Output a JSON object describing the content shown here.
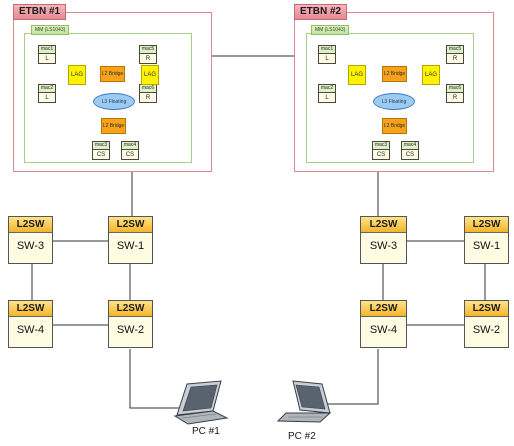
{
  "etbn": [
    {
      "title": "ETBN #1",
      "mm": "MM (LS1043)",
      "ports": {
        "mac1": {
          "top": "mac1",
          "bottom": "L"
        },
        "mac2": {
          "top": "mac2",
          "bottom": "L"
        },
        "mac5": {
          "top": "mac5",
          "bottom": "R"
        },
        "mac6": {
          "top": "mac6",
          "bottom": "R"
        },
        "mac3": {
          "top": "mac3",
          "bottom": "CS"
        },
        "mac4": {
          "top": "mac4",
          "bottom": "CS"
        }
      },
      "lag_left": "LAG",
      "lag_right": "LAG",
      "l2_bridge_top": "L2 Bridge",
      "l3_floating": "L3 Floating",
      "l2_bridge_bottom": "L2 Bridge"
    },
    {
      "title": "ETBN #2",
      "mm": "MM (LS1043)",
      "ports": {
        "mac1": {
          "top": "mac1",
          "bottom": "L"
        },
        "mac2": {
          "top": "mac2",
          "bottom": "L"
        },
        "mac5": {
          "top": "mac5",
          "bottom": "R"
        },
        "mac6": {
          "top": "mac6",
          "bottom": "R"
        },
        "mac3": {
          "top": "mac3",
          "bottom": "CS"
        },
        "mac4": {
          "top": "mac4",
          "bottom": "CS"
        }
      },
      "lag_left": "LAG",
      "lag_right": "LAG",
      "l2_bridge_top": "L2 Bridge",
      "l3_floating": "L3 Floating",
      "l2_bridge_bottom": "L2 Bridge"
    }
  ],
  "switches": {
    "left": [
      {
        "header": "L2SW",
        "name": "SW-3"
      },
      {
        "header": "L2SW",
        "name": "SW-1"
      },
      {
        "header": "L2SW",
        "name": "SW-4"
      },
      {
        "header": "L2SW",
        "name": "SW-2"
      }
    ],
    "right": [
      {
        "header": "L2SW",
        "name": "SW-3"
      },
      {
        "header": "L2SW",
        "name": "SW-1"
      },
      {
        "header": "L2SW",
        "name": "SW-4"
      },
      {
        "header": "L2SW",
        "name": "SW-2"
      }
    ]
  },
  "pcs": [
    {
      "label": "PC #1"
    },
    {
      "label": "PC #2"
    }
  ],
  "colors": {
    "etbn_border": "#d98a8f",
    "mm_border": "#a8cf87",
    "lag": "#fff200",
    "l2_bridge": "#f6a31b",
    "l3_floating": "#9ccbf2",
    "switch_header": "#f3b52a",
    "switch_body": "#fffce4",
    "link_line": "#333333"
  }
}
